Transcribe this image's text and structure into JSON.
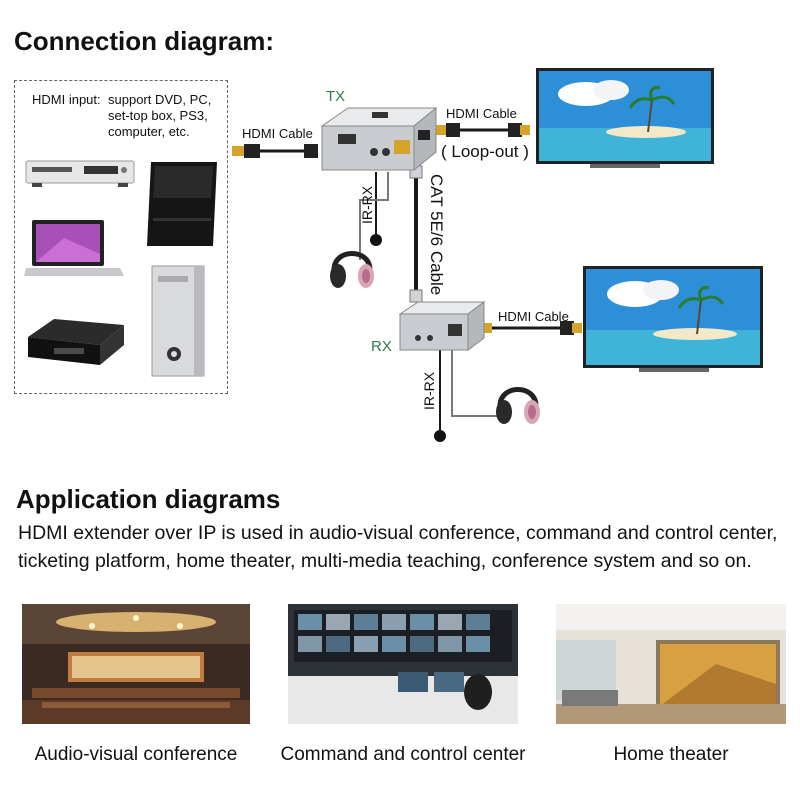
{
  "connection_title": "Connection diagram:",
  "hdmi_input": {
    "label": "HDMI input:",
    "lines": [
      "support DVD, PC,",
      "set-top box, PS3,",
      "computer, etc."
    ]
  },
  "tx_label": "TX",
  "rx_label": "RX",
  "cable_labels": {
    "input_hdmi": "HDMI Cable",
    "loopout_hdmi": "HDMI Cable",
    "rx_hdmi": "HDMI Cable",
    "loop_out": "( Loop-out )",
    "cat": "CAT 5E/6 Cable",
    "ir_rx_tx": "IR-RX",
    "ir_rx_rx": "IR-RX"
  },
  "application_title": "Application diagrams",
  "application_description": "HDMI extender over IP is used in audio-visual conference, command and control center, ticketing platform, home theater, multi-media teaching, conference system and so on.",
  "applications": [
    {
      "caption": "Audio-visual conference"
    },
    {
      "caption": "Command and control center"
    },
    {
      "caption": "Home theater"
    }
  ],
  "colors": {
    "tx_rx_label": "#2f7a4f",
    "device_silver": "#c9ccd0",
    "cable": "#1a1a1a",
    "connector_gold": "#d8a32a",
    "sky": "#2d8fd8"
  }
}
